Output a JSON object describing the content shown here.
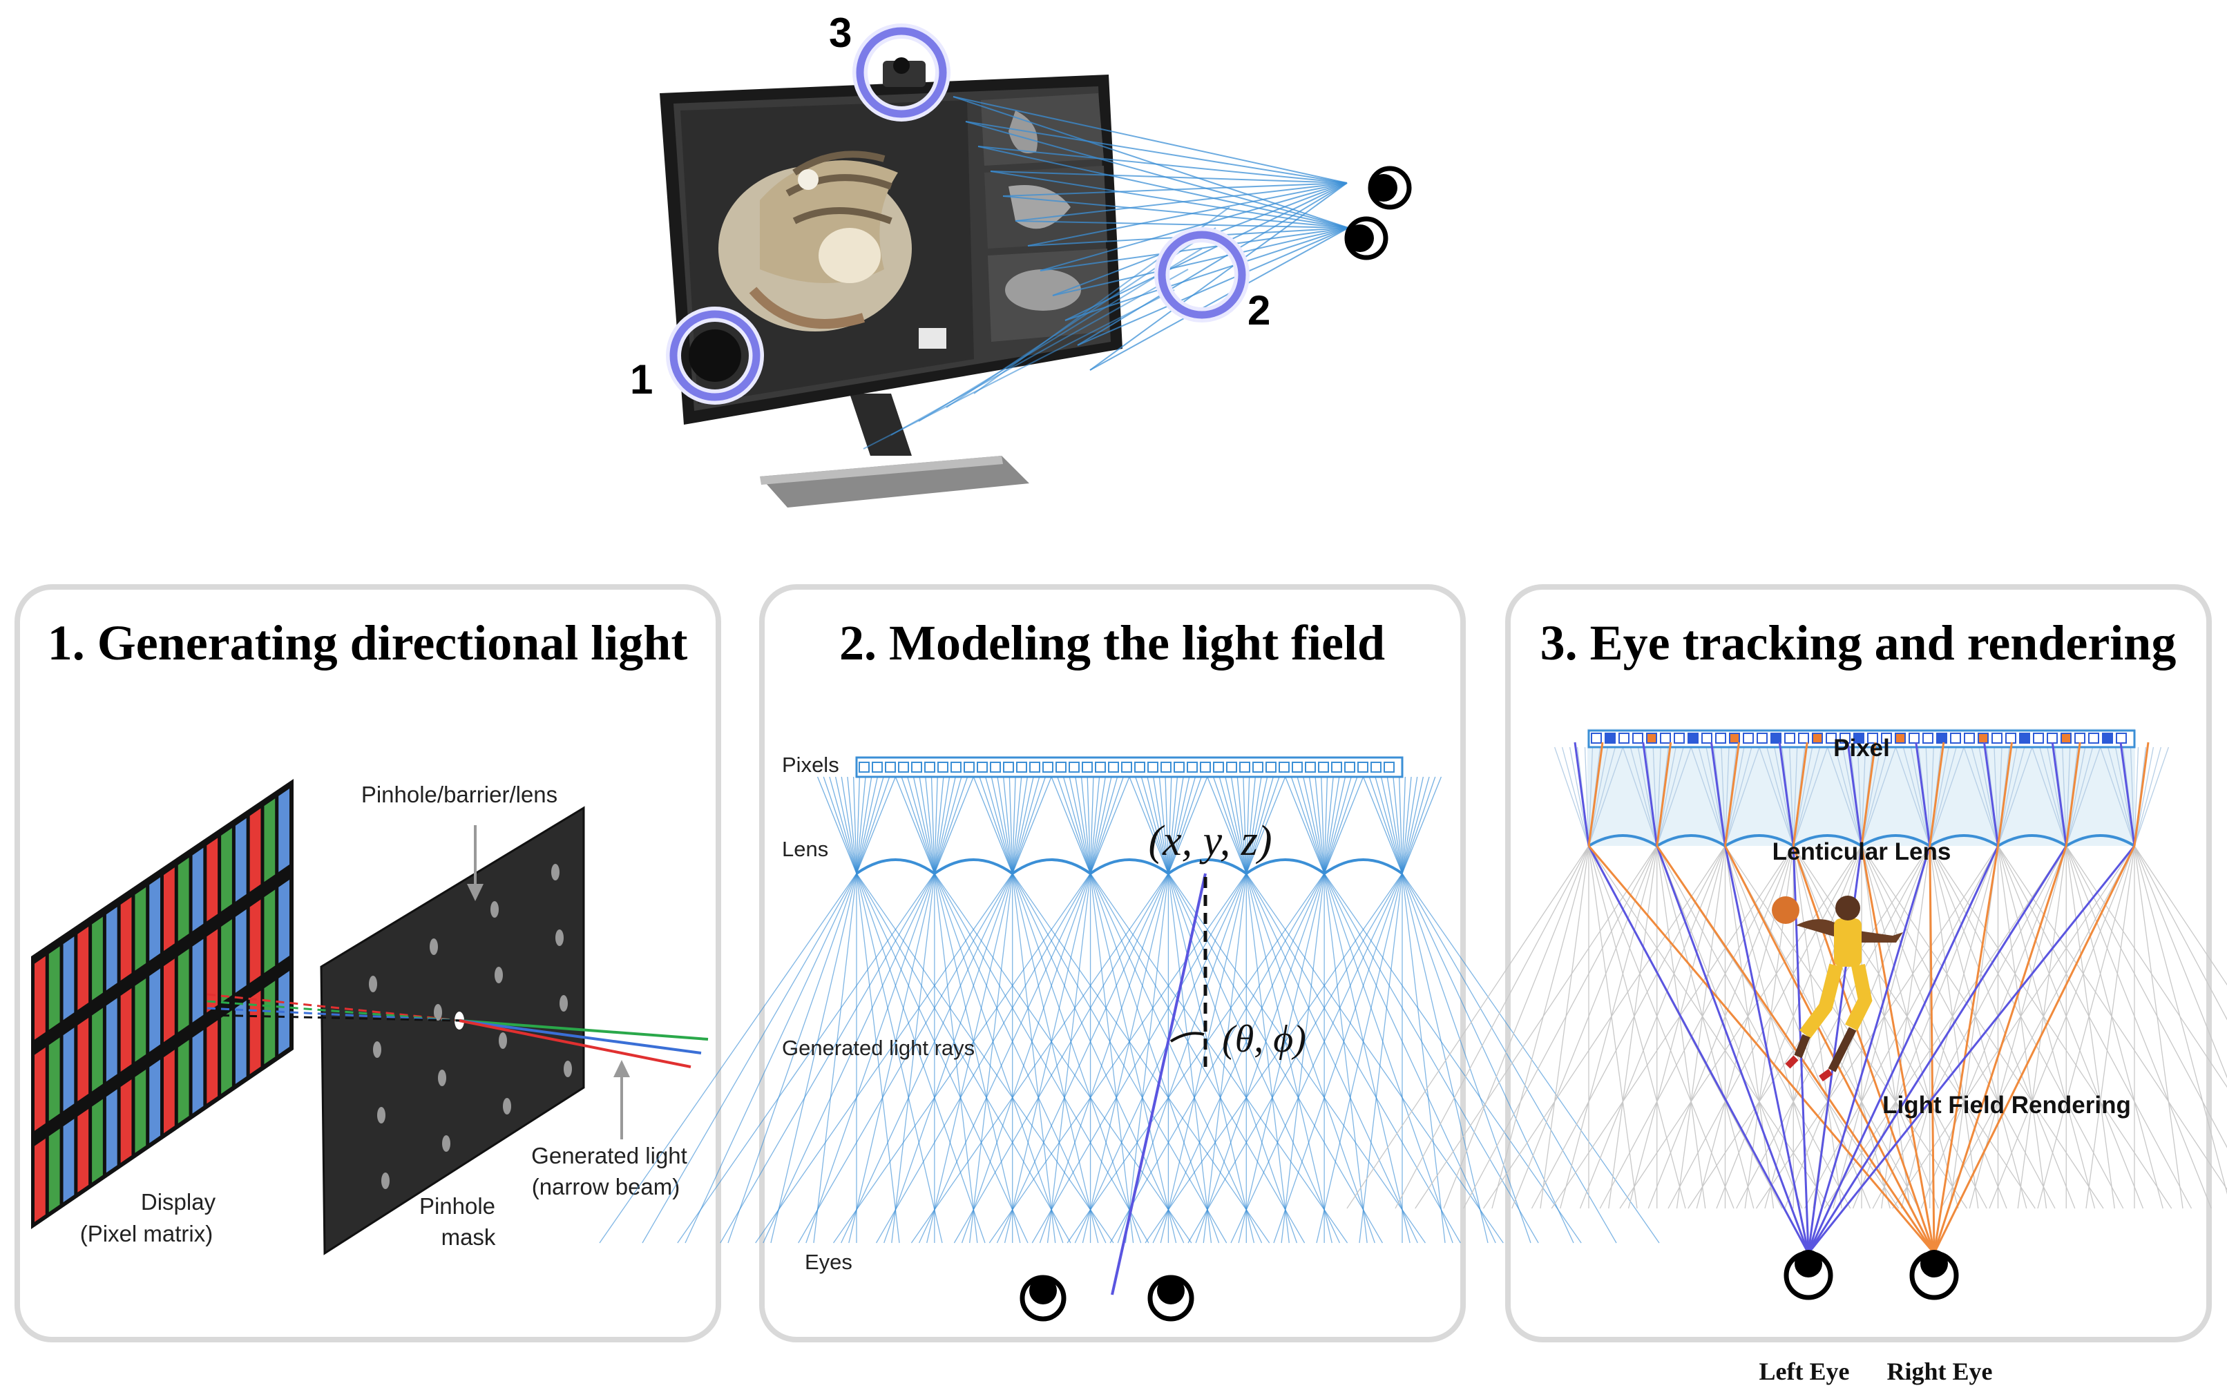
{
  "top": {
    "callouts": [
      {
        "number": "1"
      },
      {
        "number": "2"
      },
      {
        "number": "3"
      }
    ]
  },
  "panels": [
    {
      "title": "1. Generating directional light",
      "labels": {
        "pinhole": "Pinhole/barrier/lens",
        "display_line1": "Display",
        "display_line2": "(Pixel matrix)",
        "mask_line1": "Pinhole",
        "mask_line2": "mask",
        "light_line1": "Generated light",
        "light_line2": "(narrow beam)"
      }
    },
    {
      "title": "2. Modeling the light field",
      "labels": {
        "pixels": "Pixels",
        "lens": "Lens",
        "rays": "Generated light rays",
        "eyes": "Eyes",
        "position": "(x, y, z)",
        "angle": "(θ, ϕ)"
      }
    },
    {
      "title": "3. Eye tracking and rendering",
      "labels": {
        "pixel": "Pixel",
        "lens": "Lenticular Lens",
        "rendering": "Light Field Rendering",
        "left_eye": "Left Eye",
        "right_eye": "Right Eye"
      }
    }
  ],
  "colors": {
    "panel_border": "#d9d9d9",
    "callout_ring": "#7b7be8",
    "ray_blue": "#3b8fd6",
    "ray_violet": "#5a55e0",
    "ray_orange": "#f08a3c",
    "ray_gray": "#c8c8c8"
  }
}
